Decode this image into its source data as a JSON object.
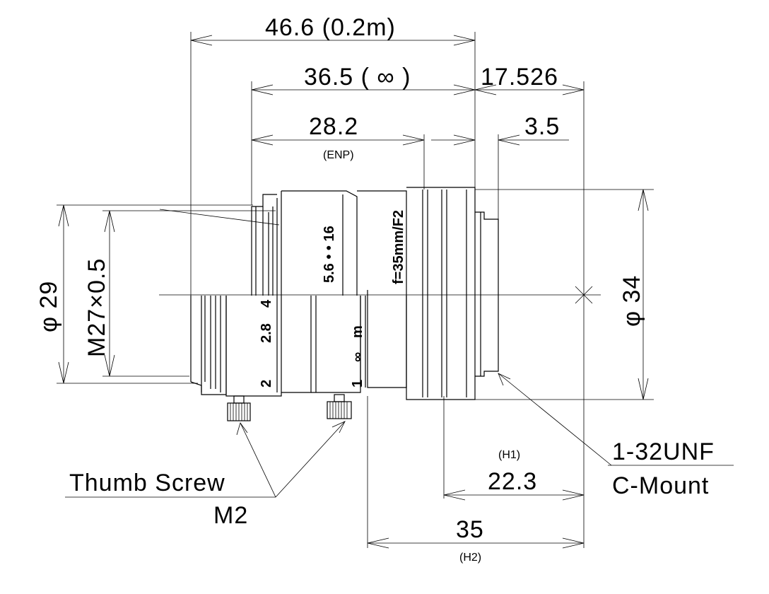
{
  "dimensions": {
    "d1": "46.6 (0.2m)",
    "d2": "36.5 ( ∞ )",
    "d3": "28.2",
    "d3_note": "(ENP)",
    "d4": "17.526",
    "d5": "3.5",
    "dia_left": "φ 29",
    "thread_front": "M27×0.5",
    "dia_right": "φ 34",
    "h1_note": "(H1)",
    "h1": "22.3",
    "h2": "35",
    "h2_note": "(H2)"
  },
  "callouts": {
    "thumb_screw": "Thumb Screw",
    "thumb_screw_size": "M2",
    "mount_thread": "1-32UNF",
    "mount_type": "C-Mount"
  },
  "engraving": {
    "focal_label": "f=35mm/F2",
    "aperture_upper": "5.6 • • 16",
    "aperture_2_8": "2.8",
    "aperture_4": "4",
    "aperture_2": "2",
    "focus_m": "m",
    "focus_inf": "∞",
    "focus_1": "1"
  }
}
